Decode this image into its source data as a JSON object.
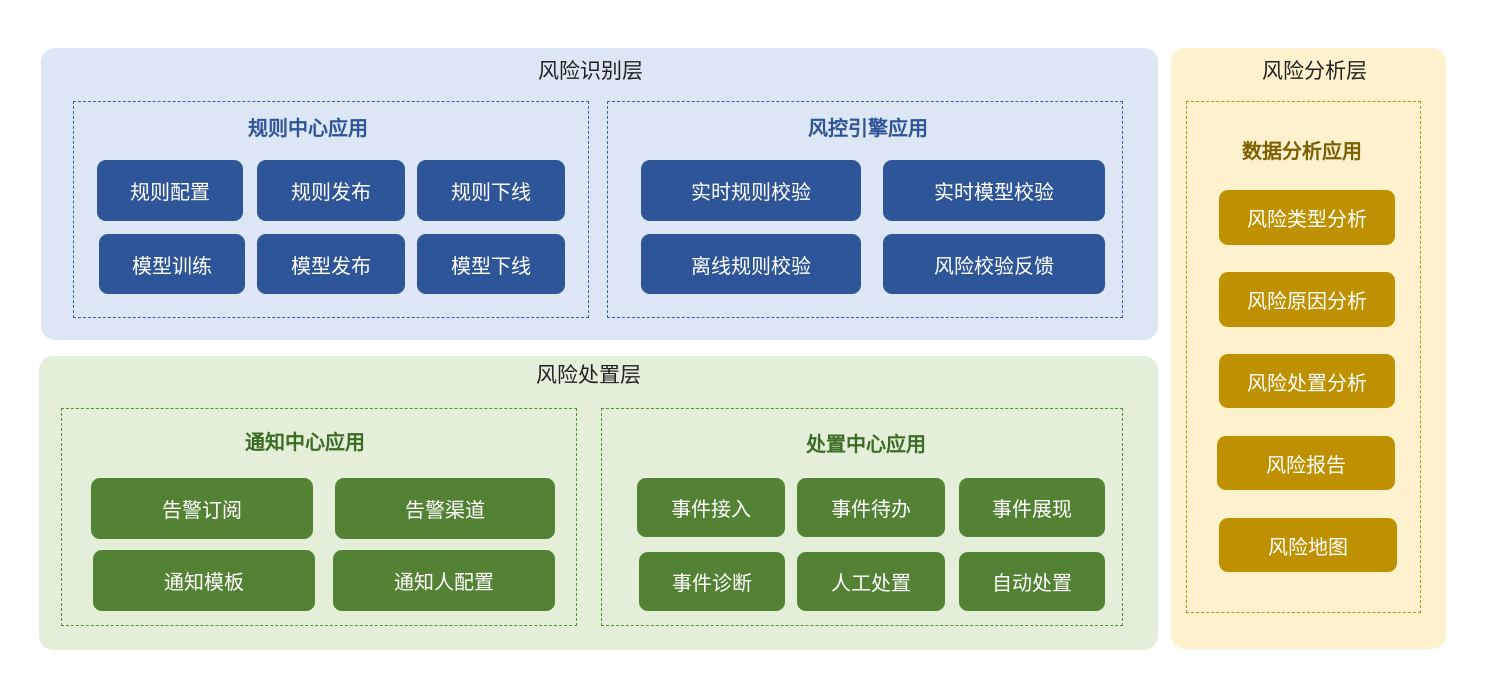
{
  "identification": {
    "title": "风险识别层",
    "rules_center": {
      "title": "规则中心应用",
      "items": [
        "规则配置",
        "规则发布",
        "规则下线",
        "模型训练",
        "模型发布",
        "模型下线"
      ]
    },
    "risk_engine": {
      "title": "风控引擎应用",
      "items": [
        "实时规则校验",
        "实时模型校验",
        "离线规则校验",
        "风险校验反馈"
      ]
    }
  },
  "disposal": {
    "title": "风险处置层",
    "notify_center": {
      "title": "通知中心应用",
      "items": [
        "告警订阅",
        "告警渠道",
        "通知模板",
        "通知人配置"
      ]
    },
    "disposal_center": {
      "title": "处置中心应用",
      "items": [
        "事件接入",
        "事件待办",
        "事件展现",
        "事件诊断",
        "人工处置",
        "自动处置"
      ]
    }
  },
  "analysis": {
    "title": "风险分析层",
    "data_analysis": {
      "title": "数据分析应用",
      "items": [
        "风险类型分析",
        "风险原因分析",
        "风险处置分析",
        "风险报告",
        "风险地图"
      ]
    }
  },
  "colors": {
    "identification_fill": "#2e5597",
    "disposal_fill": "#548235",
    "analysis_fill": "#bf9000"
  }
}
